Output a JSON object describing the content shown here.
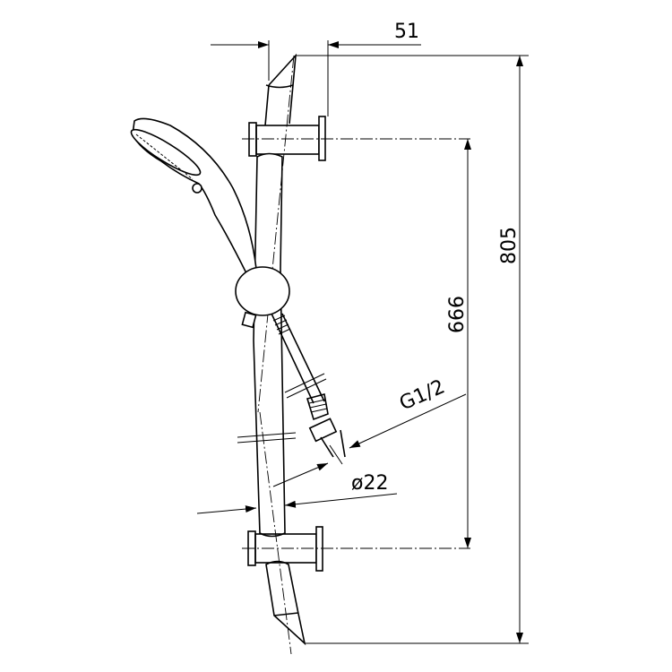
{
  "drawing": {
    "title": "shower rail set",
    "dimensions": {
      "bracket_projection": "51",
      "overall_length": "805",
      "bracket_spacing": "666",
      "hose_thread": "G1/2",
      "rail_diameter": "ø22"
    },
    "colors": {
      "line": "#000000",
      "background": "#ffffff"
    }
  }
}
